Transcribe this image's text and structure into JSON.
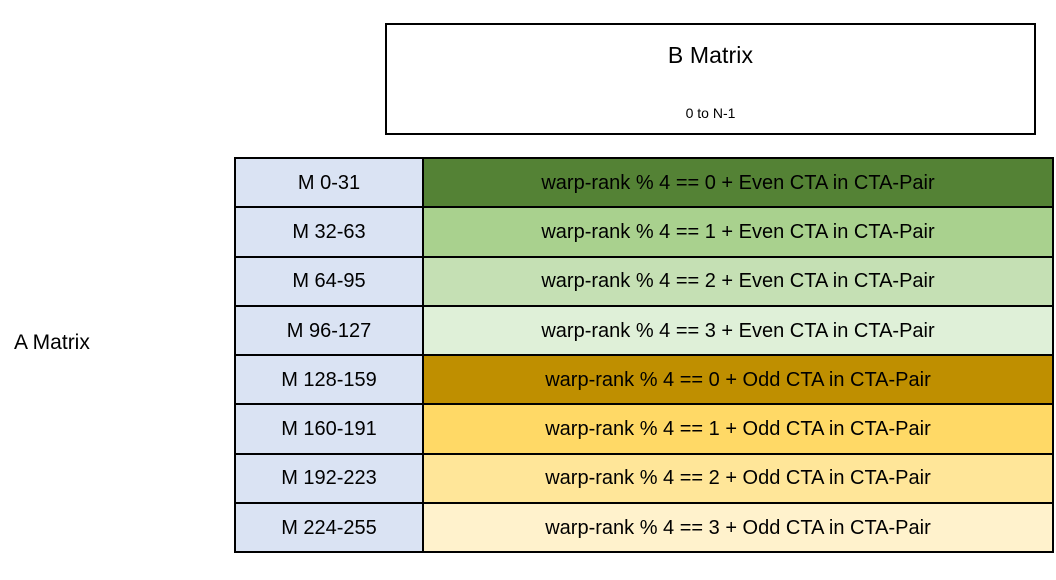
{
  "diagram": {
    "b_matrix": {
      "title": "B Matrix",
      "range": "0 to N-1"
    },
    "a_matrix": {
      "label": "A Matrix"
    },
    "rows": [
      {
        "label": "M 0-31",
        "description": "warp-rank % 4 == 0  + Even CTA in CTA-Pair",
        "fill": "#548235",
        "label_fill": "#DAE3F3"
      },
      {
        "label": "M 32-63",
        "description": "warp-rank % 4 == 1  + Even CTA in CTA-Pair",
        "fill": "#A9D18E",
        "label_fill": "#DAE3F3"
      },
      {
        "label": "M 64-95",
        "description": "warp-rank % 4 == 2  + Even CTA in CTA-Pair",
        "fill": "#C5E0B4",
        "label_fill": "#DAE3F3"
      },
      {
        "label": "M 96-127",
        "description": "warp-rank % 4 == 3  + Even CTA in CTA-Pair",
        "fill": "#DFF0D8",
        "label_fill": "#DAE3F3"
      },
      {
        "label": "M 128-159",
        "description": "warp-rank % 4 == 0  + Odd CTA in CTA-Pair",
        "fill": "#BF8F00",
        "label_fill": "#DAE3F3"
      },
      {
        "label": "M 160-191",
        "description": "warp-rank % 4 == 1  + Odd CTA in CTA-Pair",
        "fill": "#FFD966",
        "label_fill": "#DAE3F3"
      },
      {
        "label": "M 192-223",
        "description": "warp-rank % 4 == 2  + Odd CTA in CTA-Pair",
        "fill": "#FFE699",
        "label_fill": "#DAE3F3"
      },
      {
        "label": "M 224-255",
        "description": "warp-rank % 4 == 3  + Odd CTA in CTA-Pair",
        "fill": "#FFF2CC",
        "label_fill": "#DAE3F3"
      }
    ]
  }
}
